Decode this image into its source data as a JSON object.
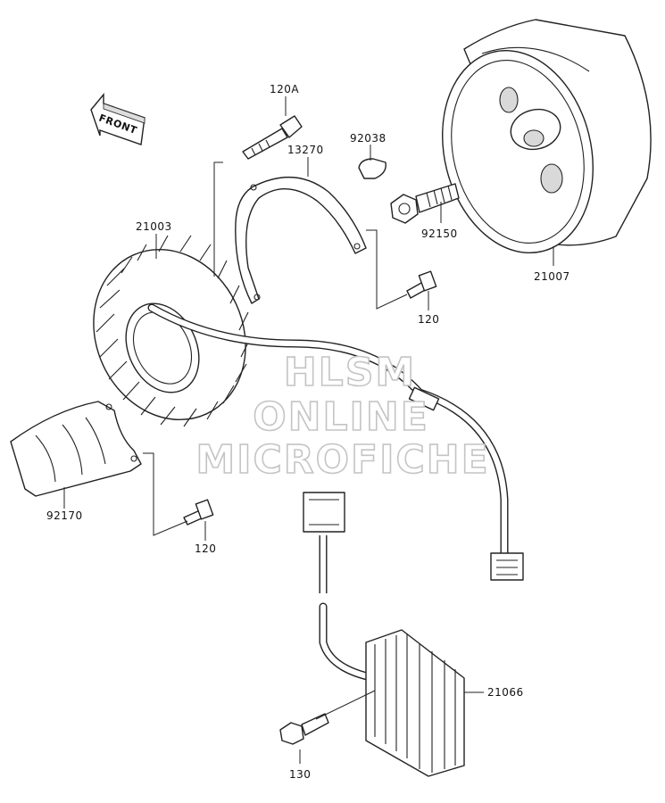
{
  "front_arrow": "FRONT",
  "labels": {
    "p120A": "120A",
    "p13270": "13270",
    "p92038": "92038",
    "p21003": "21003",
    "p92150": "92150",
    "p21007": "21007",
    "p120_upper": "120",
    "p92170": "92170",
    "p120_lower": "120",
    "p21066": "21066",
    "p130": "130"
  },
  "watermark": {
    "line1": "HLSM",
    "line2": "ONLINE",
    "line3": "MICROFICHE"
  }
}
